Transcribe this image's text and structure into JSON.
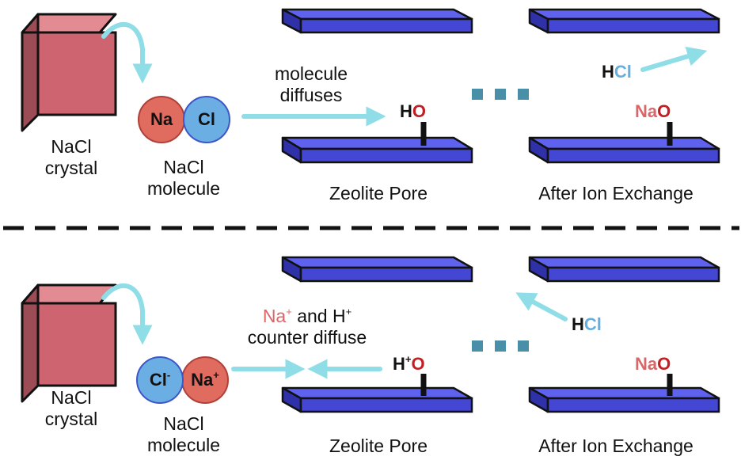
{
  "colors": {
    "crystal_face": "#cd6470",
    "crystal_top": "#e28b93",
    "crystal_side": "#9c4c55",
    "slab_top": "#5f62ee",
    "slab_front": "#4446d4",
    "slab_side": "#2f31a8",
    "arrow": "#8fdde6",
    "na_ball": "#e06b5f",
    "cl_ball": "#6aaee3",
    "cation_text": "#d9676a",
    "oxygen_text": "#c11f23",
    "chloride_text": "#65aee0",
    "dots": "#4a8fa8"
  },
  "top": {
    "crystal_label": [
      "NaCl",
      "crystal"
    ],
    "molecule_label": [
      "NaCl",
      "molecule"
    ],
    "molecule_atoms": [
      "Na",
      "Cl"
    ],
    "diffuse_label": [
      "molecule",
      "diffuses"
    ],
    "pore_label": "Zeolite Pore",
    "pore_group": {
      "h": "H",
      "o": "O"
    },
    "exchange_label": "After Ion Exchange",
    "exchange_group": {
      "na": "Na",
      "o": "O"
    },
    "released": {
      "h": "H",
      "cl": "Cl"
    }
  },
  "bottom": {
    "crystal_label": [
      "NaCl",
      "crystal"
    ],
    "molecule_label": [
      "NaCl",
      "molecule"
    ],
    "molecule_atoms": {
      "cl": "Cl",
      "cl_charge": "-",
      "na": "Na",
      "na_charge": "+"
    },
    "counter_label": {
      "na": "Na",
      "na_charge": "+",
      "and": " and H",
      "h_charge": "+",
      "line2": "counter diffuse"
    },
    "pore_label": "Zeolite Pore",
    "pore_group": {
      "h": "H",
      "h_charge": "+",
      "o": "O"
    },
    "exchange_label": "After Ion Exchange",
    "exchange_group": {
      "na": "Na",
      "o": "O"
    },
    "released": {
      "h": "H",
      "cl": "Cl"
    }
  }
}
